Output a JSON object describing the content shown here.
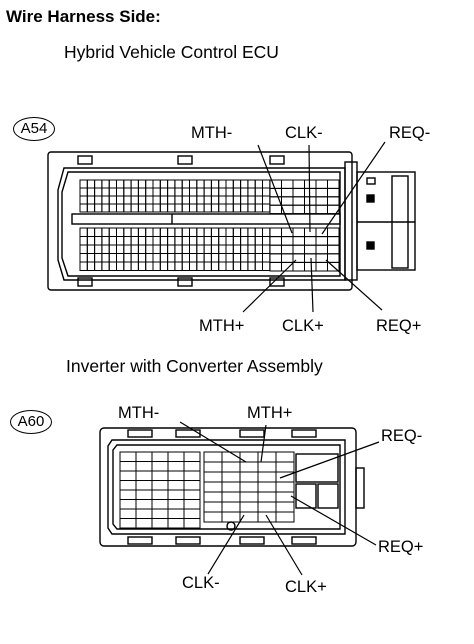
{
  "header": {
    "title": "Wire Harness Side:"
  },
  "ecu": {
    "name": "Hybrid Vehicle Control ECU",
    "connector": "A54",
    "labels": {
      "mth_minus": "MTH-",
      "clk_minus": "CLK-",
      "req_minus": "REQ-",
      "mth_plus": "MTH+",
      "clk_plus": "CLK+",
      "req_plus": "REQ+"
    }
  },
  "inverter": {
    "name": "Inverter with Converter Assembly",
    "connector": "A60",
    "labels": {
      "mth_minus": "MTH-",
      "mth_plus": "MTH+",
      "req_minus": "REQ-",
      "req_plus": "REQ+",
      "clk_minus": "CLK-",
      "clk_plus": "CLK+"
    }
  }
}
